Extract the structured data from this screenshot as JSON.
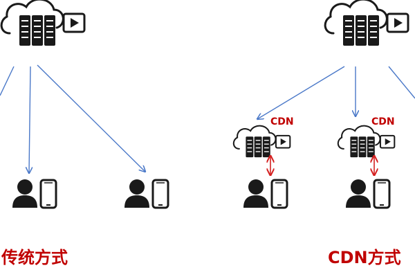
{
  "labels": {
    "cdn_tag": "CDN",
    "traditional_title": "传统方式",
    "cdn_title": "CDN方式"
  },
  "colors": {
    "arrow_blue": "#4a78c8",
    "arrow_red": "#d42020",
    "label_red": "#c00000",
    "icon_dark": "#1a1a1a"
  }
}
